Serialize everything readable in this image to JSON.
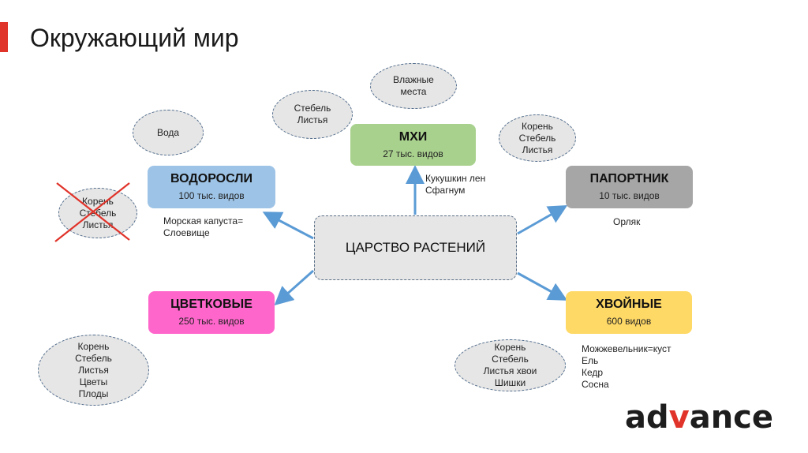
{
  "slide": {
    "title": "Окружающий мир",
    "accent_color": "#e0332a",
    "logo": {
      "prefix": "ad",
      "mark": "v",
      "suffix": "ance"
    }
  },
  "diagram": {
    "center": {
      "label": "ЦАРСТВО РАСТЕНИЙ"
    },
    "groups": {
      "mosses": {
        "name": "МХИ",
        "count": "27 тыс. видов",
        "color": "#a9d18e",
        "examples": [
          "Кукушкин лен",
          "Сфагнум"
        ],
        "traits_oval_1": [
          "Стебель",
          "Листья"
        ],
        "traits_oval_2": [
          "Влажные",
          "места"
        ]
      },
      "algae": {
        "name": "ВОДОРОСЛИ",
        "count": "100 тыс. видов",
        "color": "#9dc3e6",
        "examples": [
          "Морская капуста=",
          "Слоевище"
        ],
        "habitat_oval": [
          "Вода"
        ],
        "crossed_oval": [
          "Корень",
          "Стебель",
          "Листья"
        ]
      },
      "ferns": {
        "name": "ПАПОРТНИК",
        "count": "10 тыс. видов",
        "color": "#a6a6a6",
        "examples": [
          "Орляк"
        ],
        "traits_oval": [
          "Корень",
          "Стебель",
          "Листья"
        ]
      },
      "flowering": {
        "name": "ЦВЕТКОВЫЕ",
        "count": "250 тыс. видов",
        "color": "#ff66cc",
        "traits_oval": [
          "Корень",
          "Стебель",
          "Листья",
          "Цветы",
          "Плоды"
        ]
      },
      "conifers": {
        "name": "ХВОЙНЫЕ",
        "count": "600 видов",
        "color": "#ffd966",
        "examples": [
          "Можжевельник=куст",
          "Ель",
          "Кедр",
          "Сосна"
        ],
        "traits_oval": [
          "Корень",
          "Стебель",
          "Листья хвои",
          "Шишки"
        ]
      }
    },
    "arrow_color": "#5b9bd5",
    "cross_color": "#e0332a"
  }
}
